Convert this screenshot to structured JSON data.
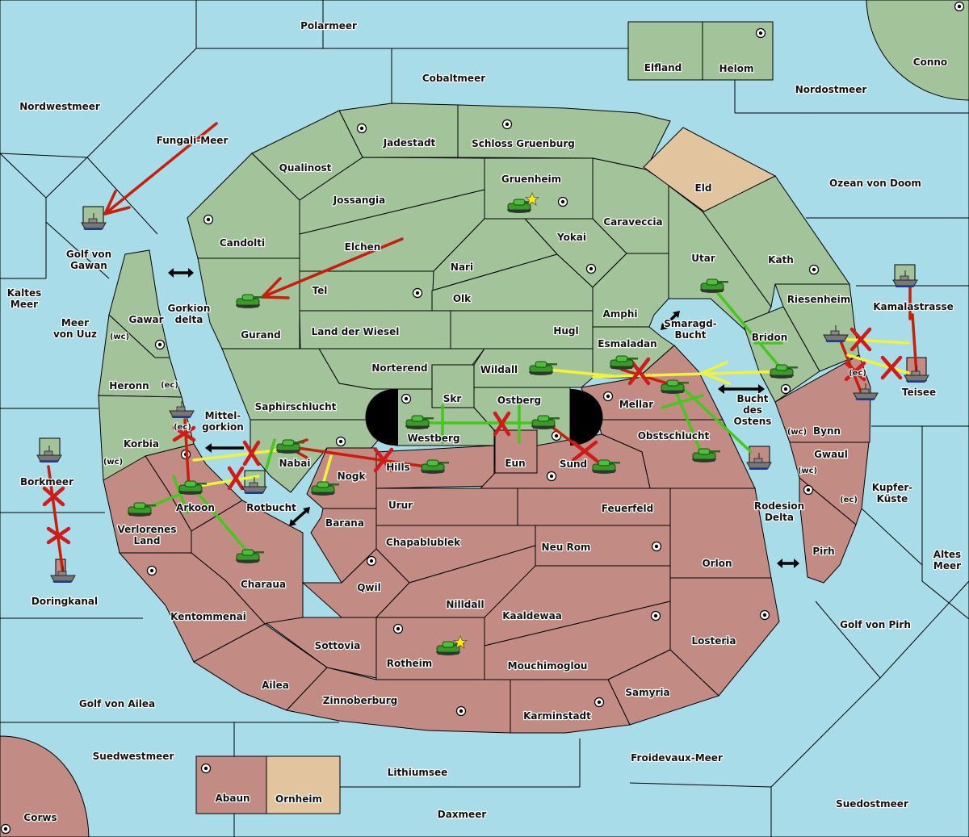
{
  "map": {
    "colors": {
      "sea": "#a8dce8",
      "power_green": "#a3c39a",
      "power_red": "#c28c84",
      "neutral": "#e2c59e",
      "move_order": "#c81e0a",
      "support_order": "#f2f23c",
      "hold_support_order": "#44c81c",
      "failed_mark": "#d11a1a"
    },
    "sea_labels": [
      "Polarmeer",
      "Cobaltmeer",
      "Nordostmeer",
      "Nordwestmeer",
      "Fungali-Meer",
      "Ozean von Doom",
      "Golf von Gawan",
      "Kaltes Meer",
      "Meer von Uuz",
      "Gorkion delta",
      "Smaragd-Bucht",
      "Kamalastrasse",
      "Mittel-gorkion",
      "Bucht des Ostens",
      "Borkmeer",
      "Rotbucht",
      "Kupfer-Küste",
      "Rodesion Delta",
      "Altes Meer",
      "Doringkanal",
      "Golf von Pirh",
      "Golf von Ailea",
      "Suedwestmeer",
      "Froidevaux-Meer",
      "Lithiumsee",
      "Daxmeer",
      "Suedostmeer"
    ],
    "green_territories": [
      "Elfland",
      "Helom",
      "Conno",
      "Jadestadt",
      "Schloss Gruenburg",
      "Qualinost",
      "Gruenheim",
      "Jossangia",
      "Candolti",
      "Caraveccia",
      "Elchen",
      "Yokai",
      "Nari",
      "Tel",
      "Olk",
      "Utar",
      "Kath",
      "Amphi",
      "Gawar",
      "Land der Wiesel",
      "Hugl",
      "Gurand",
      "Riesenheim",
      "Bridon",
      "Esmaladan",
      "Norterend",
      "Wildall",
      "Skr",
      "Heronn",
      "Saphirschlucht",
      "Ostberg",
      "Westberg",
      "Korbia",
      "Nabai"
    ],
    "red_territories": [
      "Mellar",
      "Obstschlucht",
      "Hills",
      "Eun",
      "Sund",
      "Nogk",
      "Arkoon",
      "Bynn",
      "Gwaul",
      "Urur",
      "Feuerfeld",
      "Verlorenes Land",
      "Barana",
      "Chapablublek",
      "Neu Rom",
      "Pirh",
      "Orlon",
      "Charaua",
      "Qwil",
      "Nilldall",
      "Kaaldewaa",
      "Kentommenai",
      "Sottovia",
      "Losteria",
      "Rotheim",
      "Mouchimoglou",
      "Ailea",
      "Samyria",
      "Zinnoberburg",
      "Karminstadt",
      "Teisee",
      "Abaun",
      "Corws"
    ],
    "neutral_territories": [
      "Eld",
      "Ornheim"
    ],
    "coast_tags": {
      "wc": "(wc)",
      "ec": "(ec)"
    },
    "units": {
      "army": "tank-icon",
      "fleet": "ship-icon",
      "capital_marker": "star-icon"
    }
  }
}
